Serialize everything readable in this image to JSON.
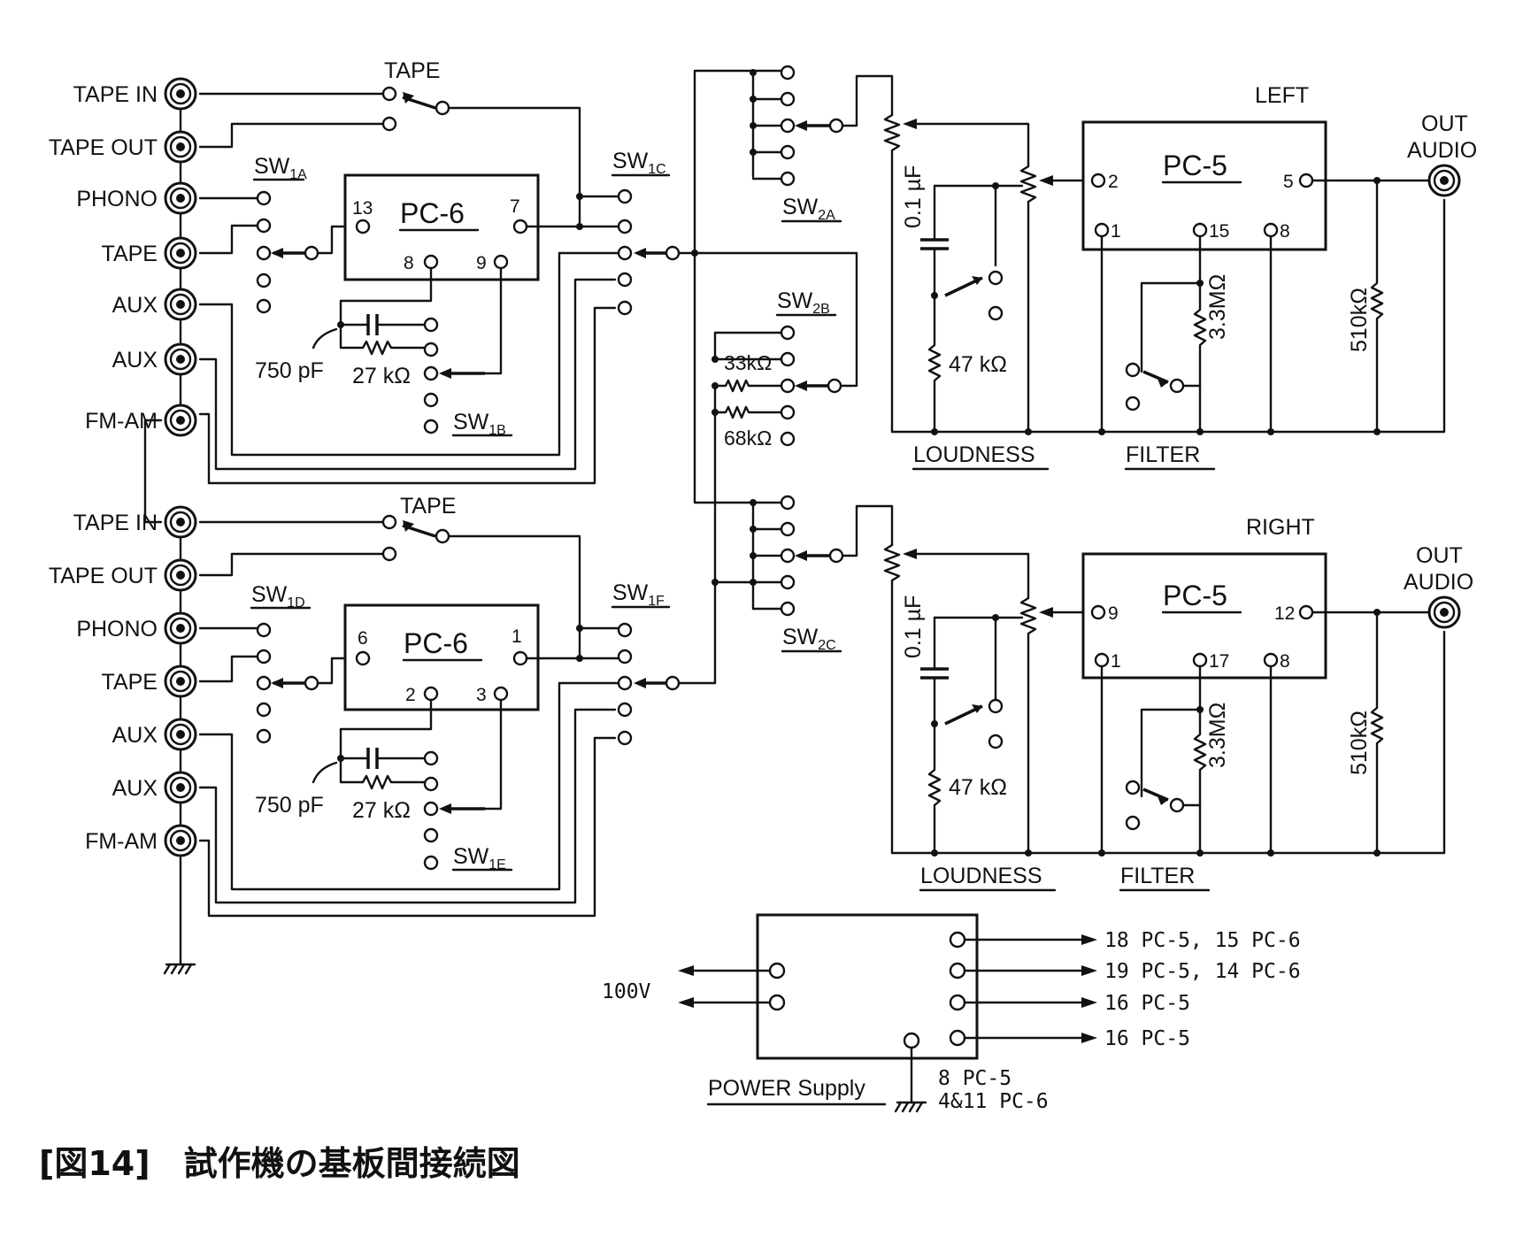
{
  "jacks": {
    "upper": [
      "TAPE IN",
      "TAPE OUT",
      "PHONO",
      "TAPE",
      "AUX",
      "AUX",
      "FM-AM"
    ],
    "lower": [
      "TAPE IN",
      "TAPE OUT",
      "PHONO",
      "TAPE",
      "AUX",
      "AUX",
      "FM-AM"
    ]
  },
  "switches": {
    "tape_upper": "TAPE",
    "tape_lower": "TAPE",
    "sw1a": {
      "main": "SW",
      "sub": "1A"
    },
    "sw1b": {
      "main": "SW",
      "sub": "1B"
    },
    "sw1c": {
      "main": "SW",
      "sub": "1C"
    },
    "sw1d": {
      "main": "SW",
      "sub": "1D"
    },
    "sw1e": {
      "main": "SW",
      "sub": "1E"
    },
    "sw1f": {
      "main": "SW",
      "sub": "1F"
    },
    "sw2a": {
      "main": "SW",
      "sub": "2A"
    },
    "sw2b": {
      "main": "SW",
      "sub": "2B"
    },
    "sw2c": {
      "main": "SW",
      "sub": "2C"
    }
  },
  "pc6_upper": {
    "title": "PC-6",
    "pins": [
      "13",
      "7",
      "8",
      "9"
    ]
  },
  "pc6_lower": {
    "title": "PC-6",
    "pins": [
      "6",
      "1",
      "2",
      "3"
    ]
  },
  "pc5_left": {
    "title": "PC-5",
    "pins": [
      "2",
      "5",
      "1",
      "15",
      "8"
    ],
    "channel": "LEFT"
  },
  "pc5_right": {
    "title": "PC-5",
    "pins": [
      "9",
      "12",
      "1",
      "17",
      "8"
    ],
    "channel": "RIGHT"
  },
  "components": {
    "cap_750": "750 pF",
    "res_27k": "27 kΩ",
    "res_33k": "33kΩ",
    "res_68k": "68kΩ",
    "cap_01": "0.1 µF",
    "res_47k": "47 kΩ",
    "res_33m": "3.3MΩ",
    "res_510k": "510kΩ"
  },
  "section_labels": {
    "loudness": "LOUDNESS",
    "filter": "FILTER"
  },
  "outputs": {
    "out": "OUT",
    "audio": "AUDIO"
  },
  "power": {
    "label": "POWER Supply",
    "input": "100V",
    "lines": [
      "18 PC-5, 15 PC-6",
      "19 PC-5, 14 PC-6",
      "16 PC-5",
      "16 PC-5"
    ],
    "ground": [
      "8 PC-5",
      "4&11 PC-6"
    ]
  },
  "caption": "[図14]　試作機の基板間接続図"
}
